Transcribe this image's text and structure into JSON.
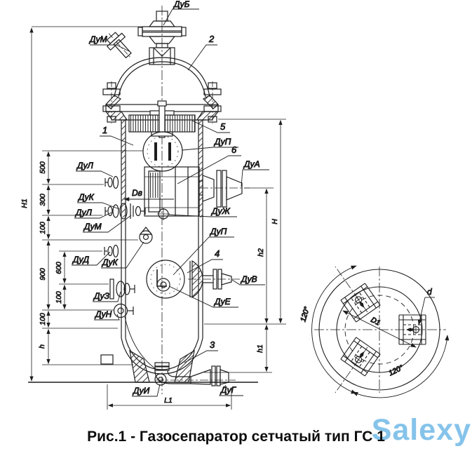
{
  "caption": "Рис.1 - Газосепаратор сетчатый тип ГС 1",
  "watermark": "Salexy",
  "colors": {
    "line": "#1e1e1e",
    "watermark": "#85c3ea"
  },
  "parts": {
    "p1": "1",
    "p2": "2",
    "p3": "3",
    "p4": "4",
    "p5": "5",
    "p6": "6"
  },
  "nozzles": {
    "dub": "ДуБ",
    "dum_top": "ДуМ",
    "dul1": "ДуЛ",
    "duk1": "ДуК",
    "dul2": "ДуЛ",
    "dum2": "ДуМ",
    "dud": "ДуД",
    "duk2": "ДуК",
    "duz": "ДуЗ",
    "dun": "ДуН",
    "dup1": "ДуП",
    "dua": "ДуА",
    "duzh": "ДуЖ",
    "dup2": "ДуП",
    "duv": "ДуВ",
    "due": "ДуЕ",
    "dui": "ДуИ",
    "dug": "ДуГ"
  },
  "dims": {
    "H1": "H1",
    "d500": "500",
    "d300": "300",
    "d100a": "100",
    "d900": "900",
    "d600": "600",
    "d100b": "100",
    "d100c": "100",
    "h": "h",
    "dv": "Dв",
    "H": "H",
    "h2": "h2",
    "h1": "h1",
    "L1": "L1",
    "D1": "D1",
    "d": "d",
    "a1": "120°",
    "a2": "120°"
  }
}
